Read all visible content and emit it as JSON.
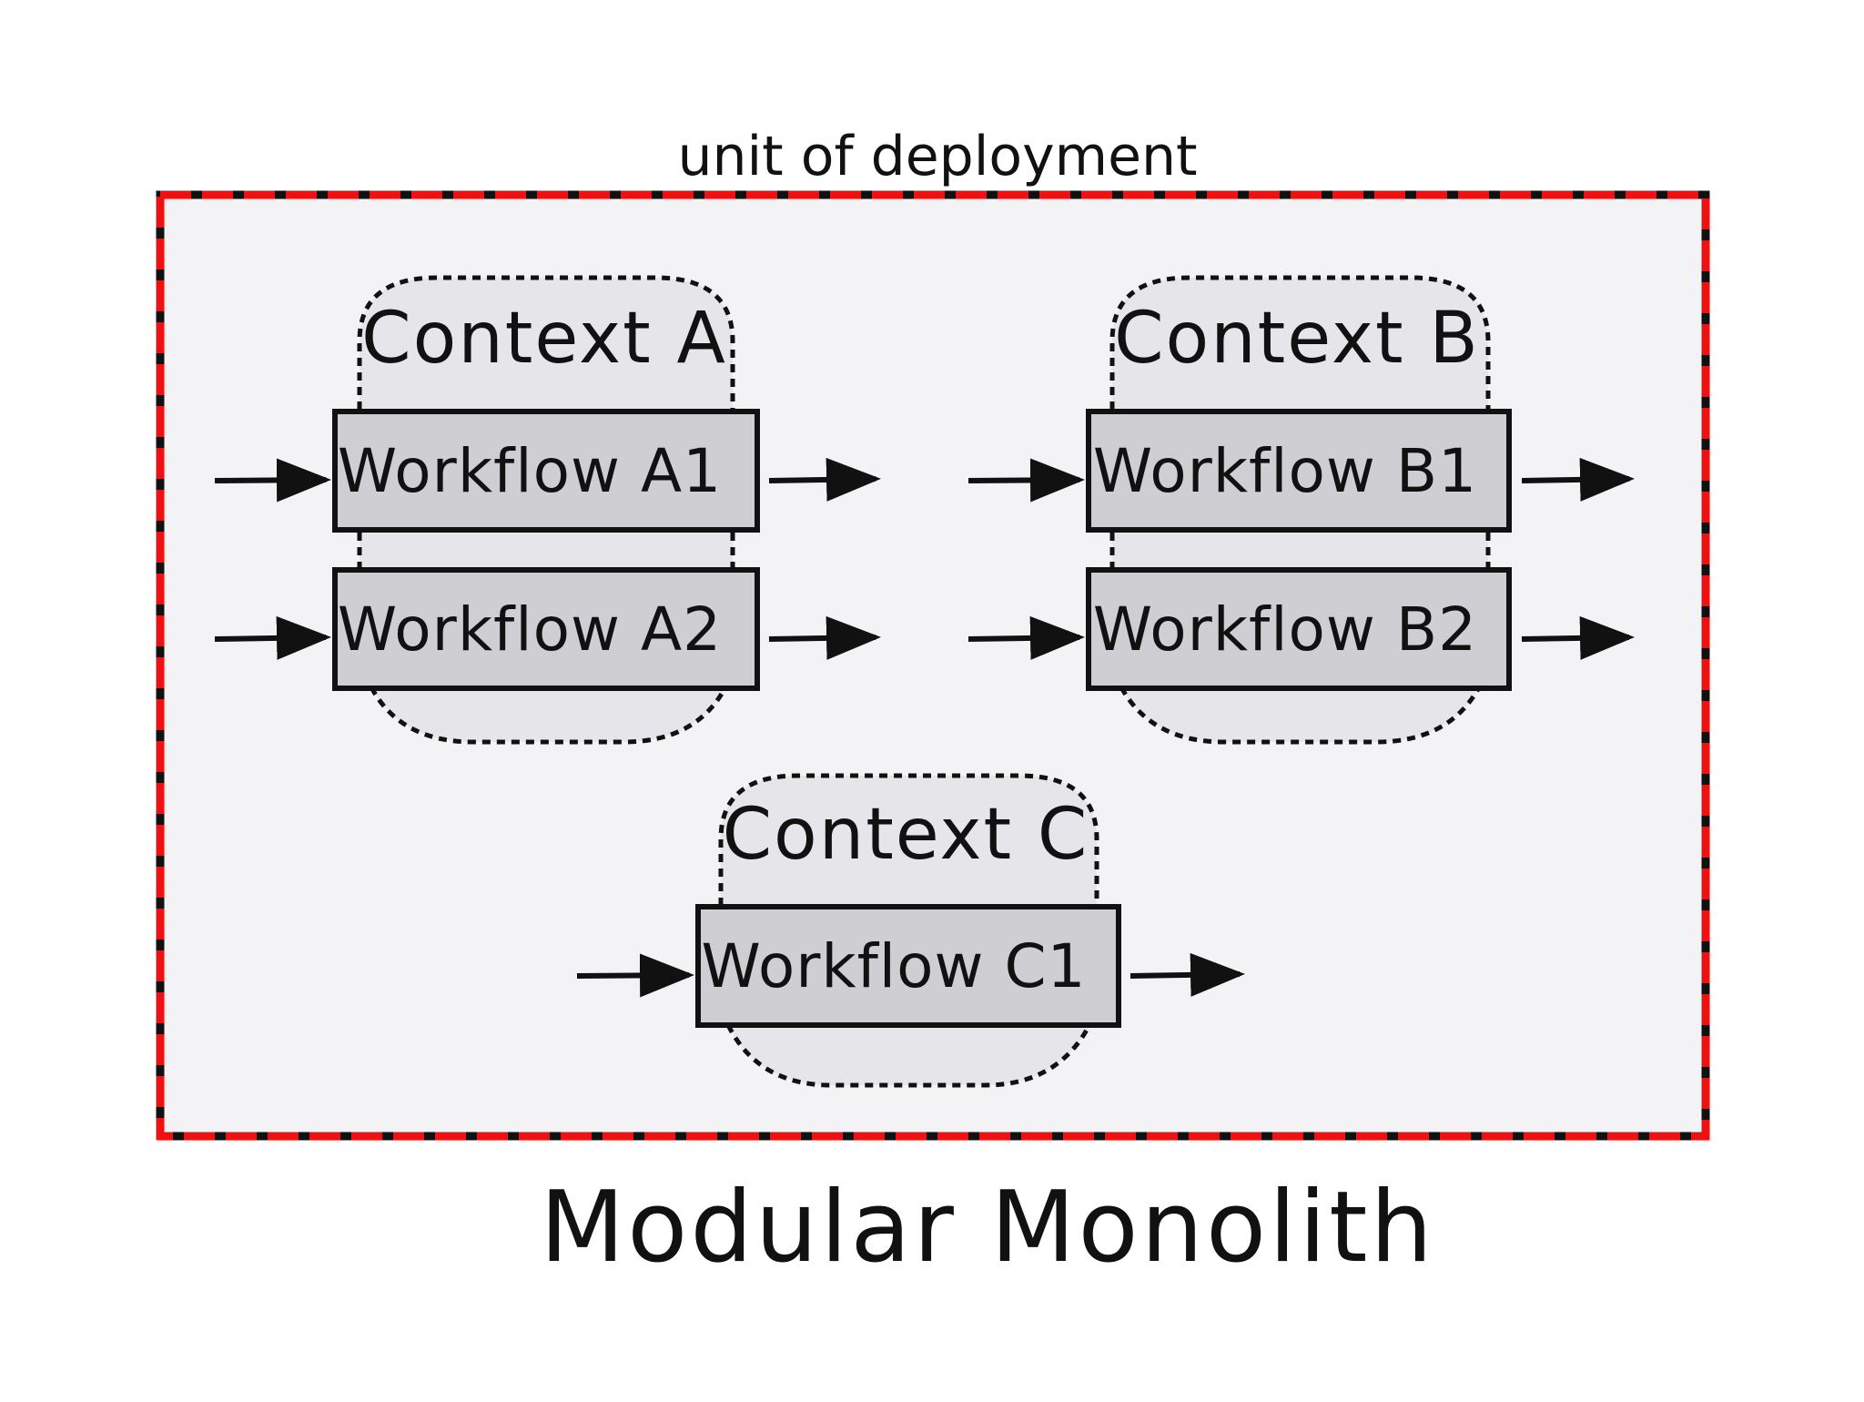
{
  "deployment_label": "unit of deployment",
  "title": "Modular Monolith",
  "colors": {
    "boundary_red": "#ee1111",
    "boundary_black": "#111111",
    "deployment_fill": "#f3f3f5",
    "context_fill": "#e6e6ea",
    "workflow_fill": "#cfcfd3",
    "stroke": "#111111"
  },
  "contexts": [
    {
      "id": "a",
      "label": "Context A",
      "workflows": [
        "Workflow A1",
        "Workflow A2"
      ]
    },
    {
      "id": "b",
      "label": "Context B",
      "workflows": [
        "Workflow B1",
        "Workflow B2"
      ]
    },
    {
      "id": "c",
      "label": "Context C",
      "workflows": [
        "Workflow C1"
      ]
    }
  ]
}
